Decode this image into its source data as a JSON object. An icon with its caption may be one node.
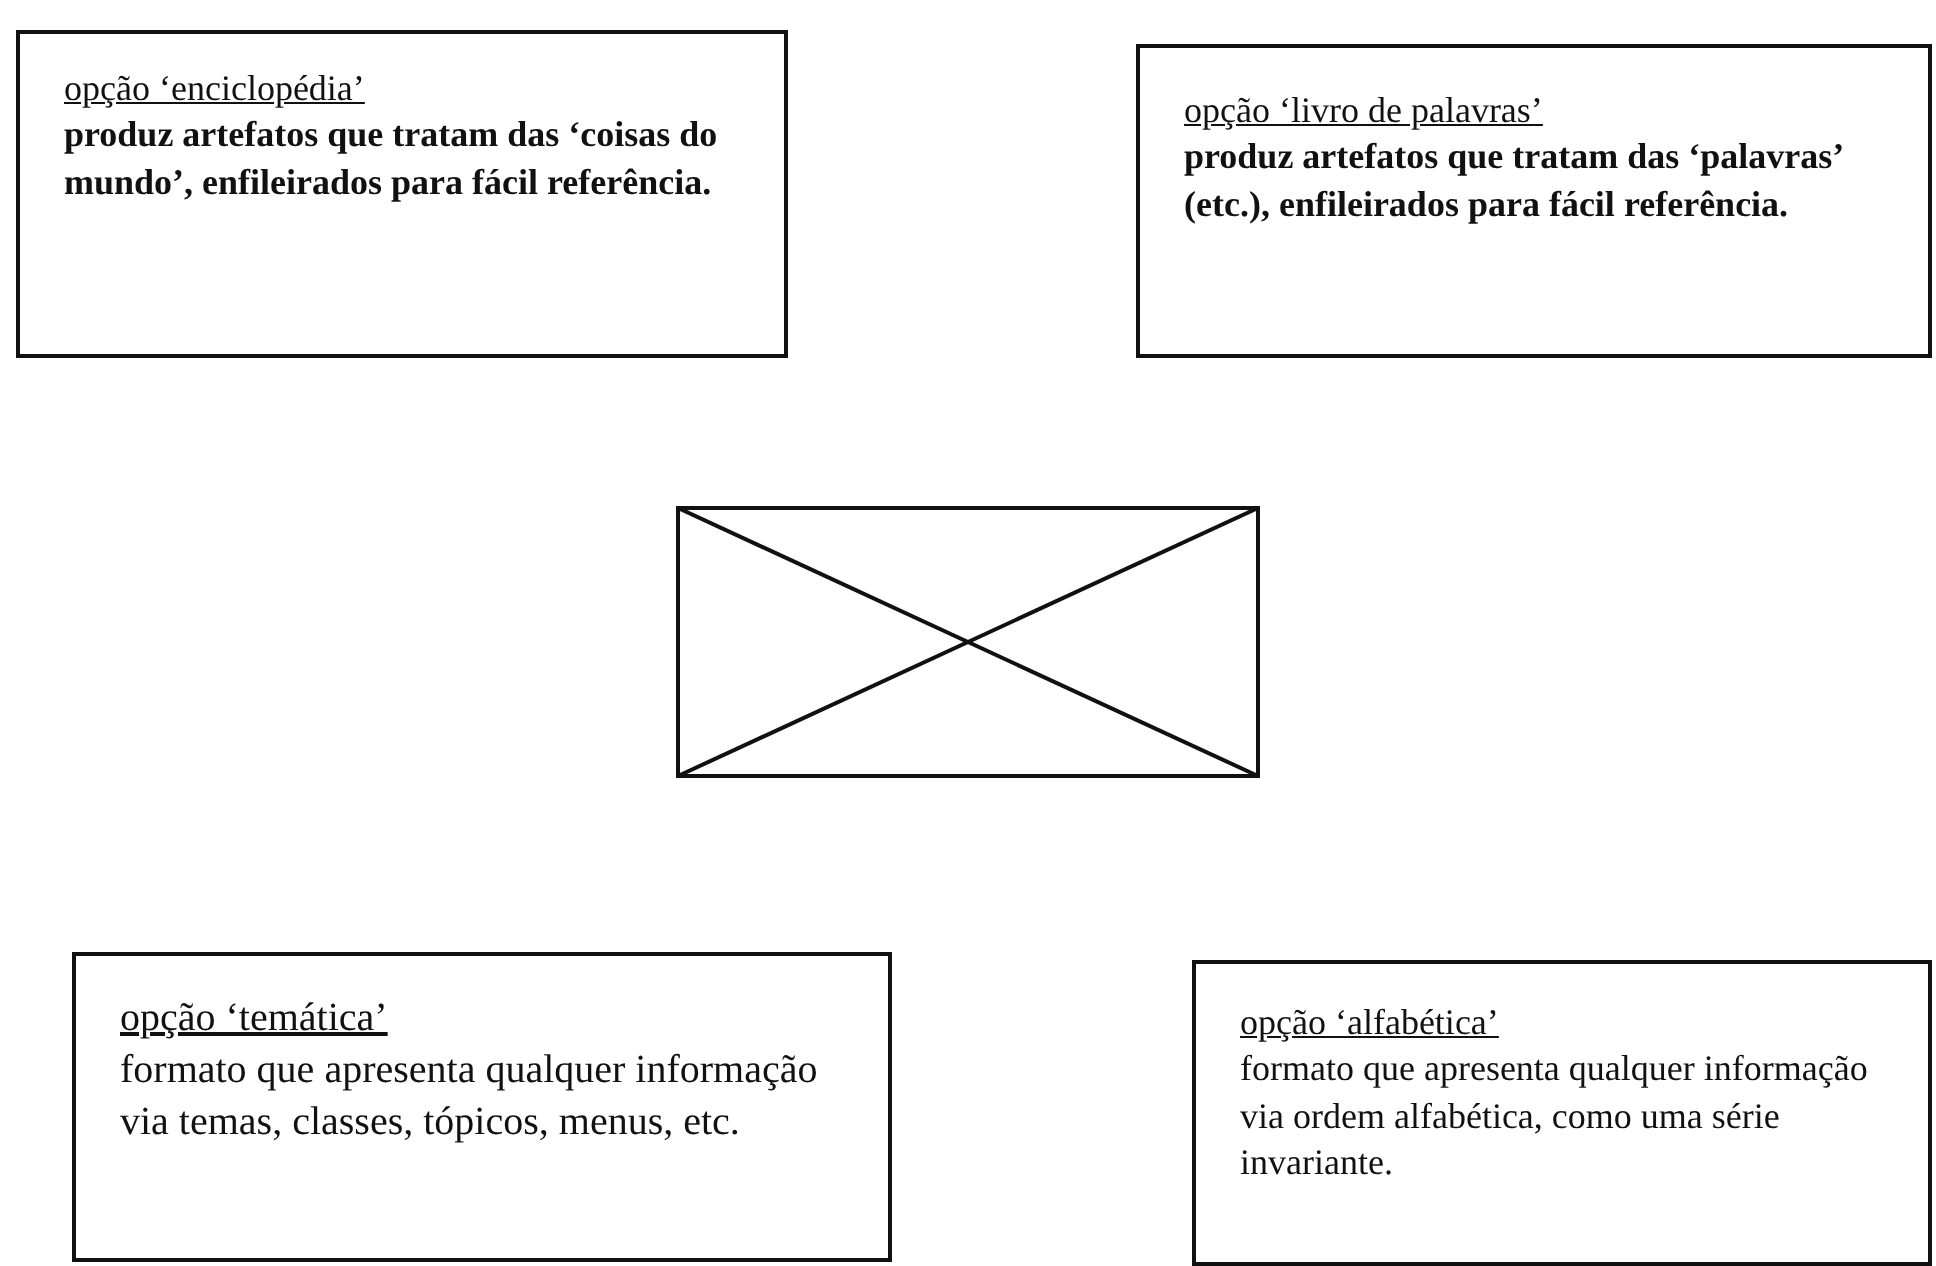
{
  "diagram": {
    "nodes": [
      {
        "text": [
          "opção ‘enciclopédia’",
          "produz artefatos que tratam das ‘coisas do mundo’, enfileirados para fácil  referência."
        ]
      },
      {
        "text": [
          "opção ‘livro de palavras’",
          "produz artefatos que tratam das ‘palavras’ (etc.), enfileirados para fácil referência."
        ]
      },
      {
        "text": [],
        "shape": "box"
      },
      {
        "text": [
          "opção ‘temática’",
          "formato que apresenta qualquer informação via temas, classes, tópicos, menus, etc."
        ]
      },
      {
        "text": [
          "opção ‘alfabética’",
          "formato que apresenta qualquer informação via ordem alfabética, como uma série invariante."
        ]
      }
    ]
  }
}
